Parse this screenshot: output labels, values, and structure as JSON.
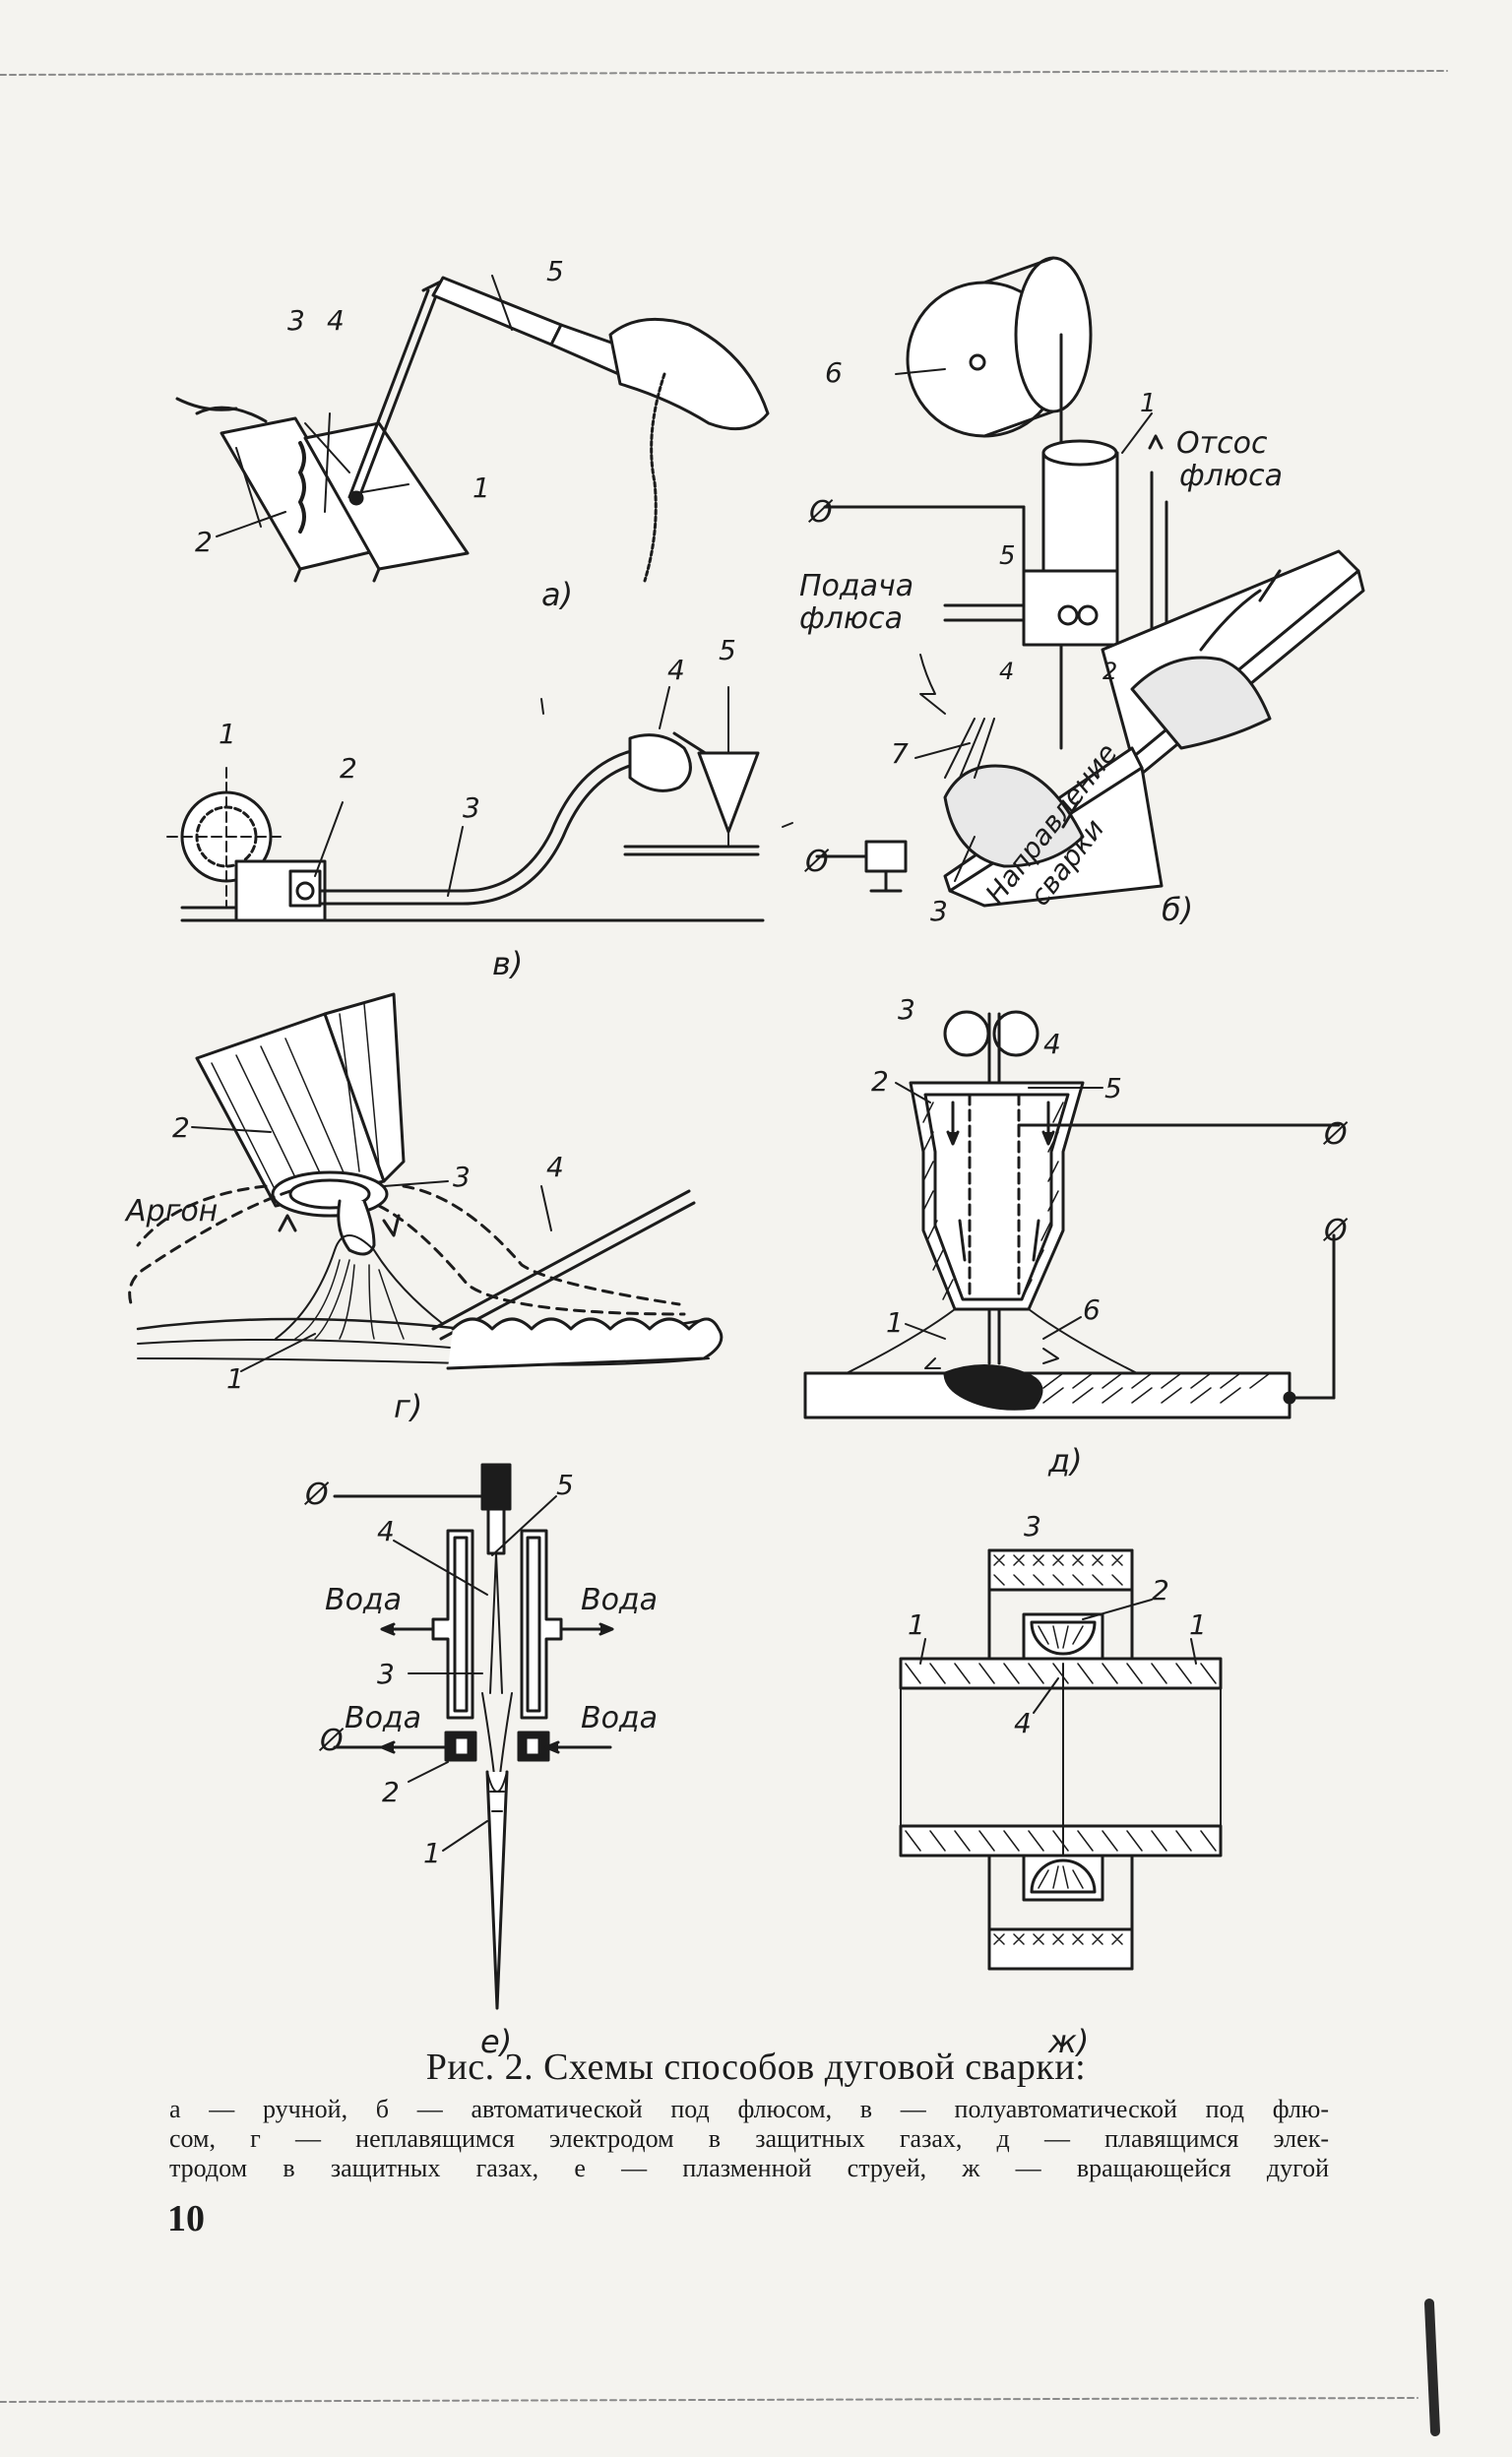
{
  "figure": {
    "labels": {
      "a": "а)",
      "b": "б)",
      "v": "в)",
      "g": "г)",
      "d": "д)",
      "e": "е)",
      "zh": "ж)"
    },
    "annotations": {
      "otsos": "Отсос",
      "flyusa1": "флюса",
      "podacha": "Подача",
      "flyusa2": "флюса",
      "napravlenie": "Направление",
      "svarki": "сварки",
      "argon": "Аргон",
      "voda": "Вода"
    }
  },
  "caption": {
    "title": "Рис. 2. Схемы способов дуговой сварки:",
    "line1": "а — ручной, б — автоматической под флюсом, в — полуавтоматической под флю-",
    "line2": "сом, г — неплавящимся электродом в защитных газах, д — плавящимся элек-",
    "line3": "тродом в защитных газах, е — плазменной струей, ж — вращающейся дугой"
  },
  "page_number": "10"
}
